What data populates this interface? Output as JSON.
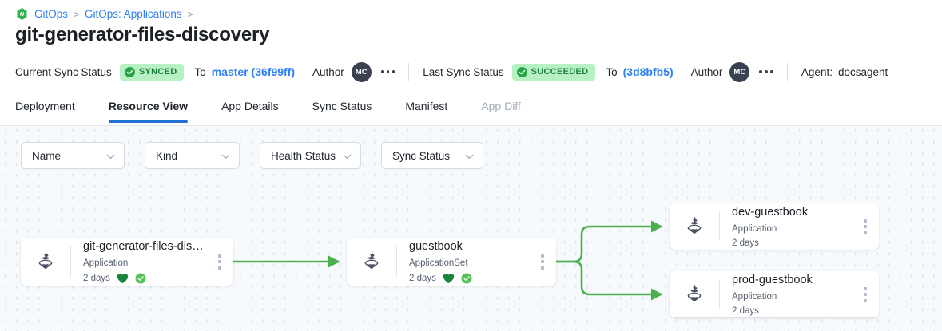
{
  "breadcrumb": {
    "icon": "gitops-link-icon",
    "items": [
      {
        "label": "GitOps",
        "sep": ">"
      },
      {
        "label": "GitOps: Applications",
        "sep": ">"
      }
    ]
  },
  "page_title": "git-generator-files-discovery",
  "status_bar": {
    "current": {
      "label": "Current Sync Status",
      "badge": "SYNCED",
      "to_label": "To",
      "revision": "master (36f99ff)",
      "author_label": "Author",
      "avatar_initials": "MC",
      "menu_icon": "ellipsis-horizontal-icon"
    },
    "last": {
      "label": "Last Sync Status",
      "badge": "SUCCEEDED",
      "to_label": "To",
      "revision": "(3d8bfb5)",
      "author_label": "Author",
      "avatar_initials": "MC",
      "menu_icon": "ellipsis-horizontal-icon"
    },
    "agent_label": "Agent:",
    "agent_value": "docsagent"
  },
  "tabs": [
    {
      "label": "Deployment",
      "active": false,
      "disabled": false
    },
    {
      "label": "Resource View",
      "active": true,
      "disabled": false
    },
    {
      "label": "App Details",
      "active": false,
      "disabled": false
    },
    {
      "label": "Sync Status",
      "active": false,
      "disabled": false
    },
    {
      "label": "Manifest",
      "active": false,
      "disabled": false
    },
    {
      "label": "App Diff",
      "active": false,
      "disabled": true
    }
  ],
  "filters": [
    {
      "label": "Name",
      "icon": "chevron-down-icon"
    },
    {
      "label": "Kind",
      "icon": "chevron-down-icon"
    },
    {
      "label": "Health Status",
      "icon": "chevron-down-icon"
    },
    {
      "label": "Sync Status",
      "icon": "chevron-down-icon"
    }
  ],
  "graph": {
    "nodes": [
      {
        "id": "root",
        "title": "git-generator-files-disco...",
        "kind": "Application",
        "age": "2 days",
        "health": "healthy",
        "sync": "synced",
        "icon": "argo-application-icon",
        "menu_icon": "kebab-menu-icon"
      },
      {
        "id": "appset",
        "title": "guestbook",
        "kind": "ApplicationSet",
        "age": "2 days",
        "health": "healthy",
        "sync": "synced",
        "icon": "argo-application-icon",
        "menu_icon": "kebab-menu-icon"
      },
      {
        "id": "dev",
        "title": "dev-guestbook",
        "kind": "Application",
        "age": "2 days",
        "health": null,
        "sync": null,
        "icon": "argo-application-icon",
        "menu_icon": "kebab-menu-icon"
      },
      {
        "id": "prod",
        "title": "prod-guestbook",
        "kind": "Application",
        "age": "2 days",
        "health": null,
        "sync": null,
        "icon": "argo-application-icon",
        "menu_icon": "kebab-menu-icon"
      }
    ],
    "edges": [
      {
        "from": "root",
        "to": "appset"
      },
      {
        "from": "appset",
        "to": "dev"
      },
      {
        "from": "appset",
        "to": "prod"
      }
    ]
  },
  "colors": {
    "accent_blue": "#2d7ff9",
    "tab_underline": "#1f72d4",
    "badge_bg": "#b6f0c3",
    "badge_text": "#1a7f37",
    "edge_green": "#4caf50",
    "health_heart": "#18833a",
    "sync_check": "#57c15a",
    "canvas_bg": "#f7fafc"
  }
}
